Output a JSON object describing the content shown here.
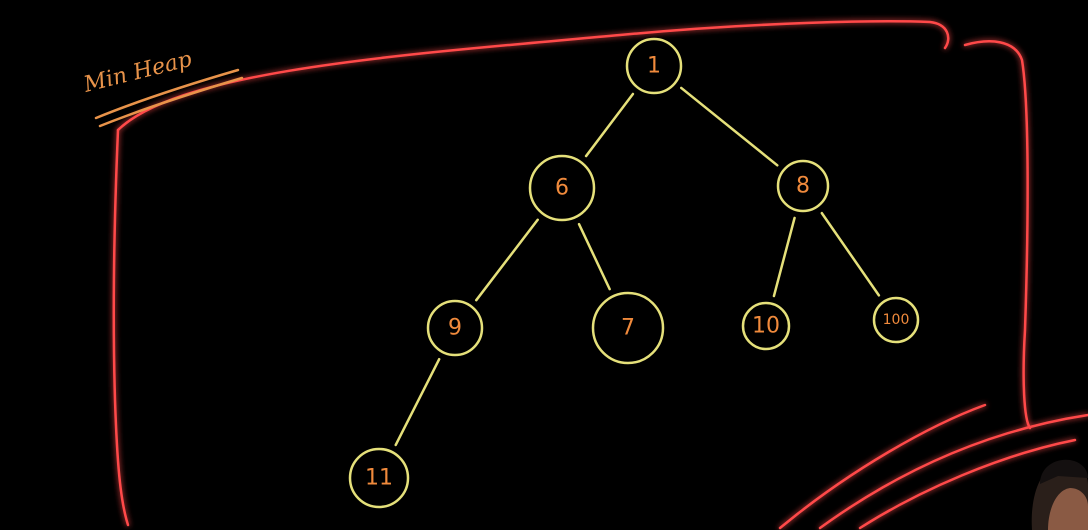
{
  "title": "Min Heap",
  "colors": {
    "background": "#000000",
    "frame": "#ff4a4a",
    "frame_glow": "#ff2a2a",
    "node_stroke": "#e5e07a",
    "edge_stroke": "#e5e07a",
    "node_text": "#f08a3c",
    "title": "#e8934a"
  },
  "tree": {
    "nodes": [
      {
        "id": "n1",
        "label": "1"
      },
      {
        "id": "n6",
        "label": "6"
      },
      {
        "id": "n8",
        "label": "8"
      },
      {
        "id": "n9",
        "label": "9"
      },
      {
        "id": "n7",
        "label": "7"
      },
      {
        "id": "n10",
        "label": "10"
      },
      {
        "id": "n100",
        "label": "100"
      },
      {
        "id": "n11",
        "label": "11"
      }
    ],
    "edges": [
      {
        "from": "n1",
        "to": "n6"
      },
      {
        "from": "n1",
        "to": "n8"
      },
      {
        "from": "n6",
        "to": "n9"
      },
      {
        "from": "n6",
        "to": "n7"
      },
      {
        "from": "n8",
        "to": "n10"
      },
      {
        "from": "n8",
        "to": "n100"
      },
      {
        "from": "n9",
        "to": "n11"
      }
    ]
  }
}
